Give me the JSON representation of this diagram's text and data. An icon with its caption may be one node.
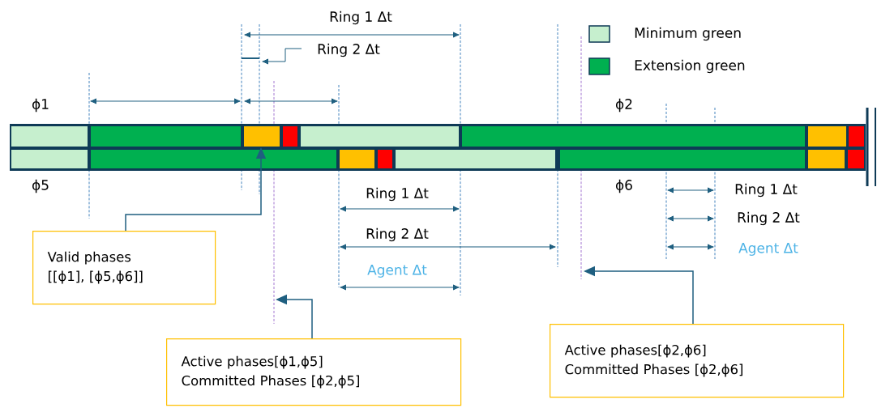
{
  "diagram": {
    "nodes": [
      {
        "text": [
          "Valid phases",
          "[[ϕ1], [ϕ5,ϕ6]]"
        ]
      },
      {
        "text": [
          "Active phases[ϕ1,ϕ5]",
          "Committed Phases [ϕ2,ϕ5]"
        ]
      },
      {
        "text": [
          "Active phases[ϕ2,ϕ6]",
          "Committed Phases [ϕ2,ϕ6]"
        ]
      }
    ],
    "edges": [
      {
        "from": 0,
        "to": null,
        "arrow": "to"
      },
      {
        "from": 1,
        "to": null,
        "arrow": "to"
      },
      {
        "from": 2,
        "to": null,
        "arrow": "to"
      }
    ],
    "labels": [
      "Ring 1 Δt",
      "Ring 2 Δt",
      "ϕ1",
      "ϕ2",
      "ϕ5",
      "ϕ6",
      "Ring 1 Δt",
      "Ring 1 Δt",
      "Ring 2 Δt",
      "Ring 2 Δt",
      "Agent Δt",
      "Agent Δt"
    ],
    "legend": [
      {
        "text": "Minimum green",
        "color": "#c6efce"
      },
      {
        "text": "Extension green",
        "color": "#00b050"
      }
    ]
  }
}
